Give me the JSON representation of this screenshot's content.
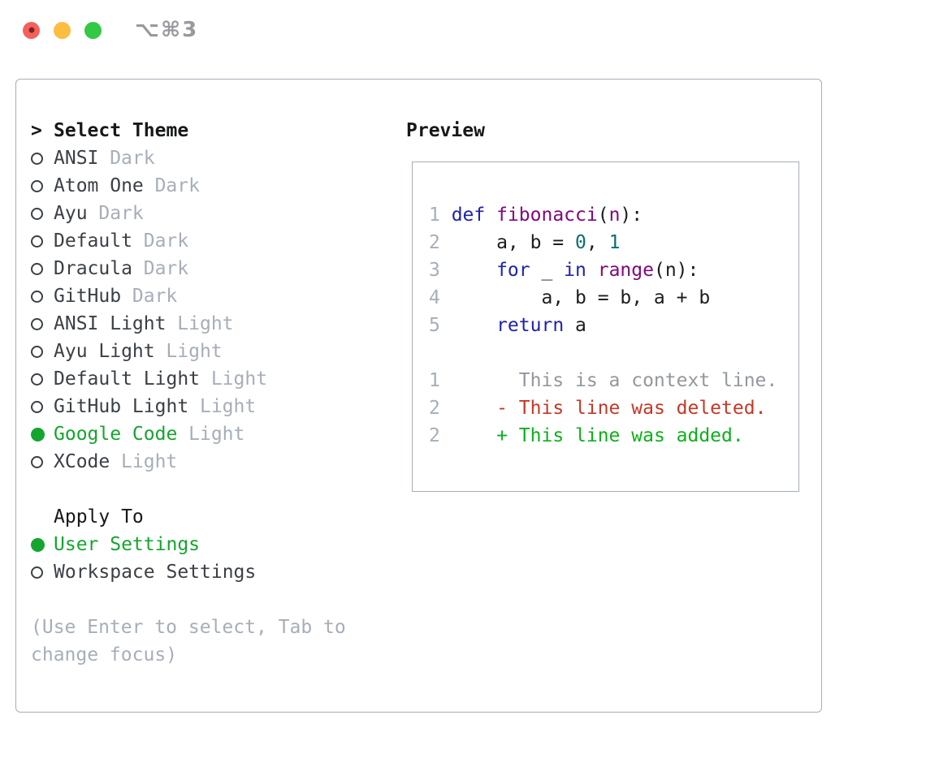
{
  "titlebar": {
    "shortcut": "⌥⌘3"
  },
  "colors": {
    "traffic_red": "#f4615c",
    "traffic_red_inner": "#7c241f",
    "traffic_yellow": "#fcbd40",
    "traffic_green": "#32c944",
    "shortcut": "#97999e",
    "border": "#a7aeb8",
    "heading": "#17181a",
    "text": "#3b4046",
    "muted": "#a7aeb8",
    "accent_green": "#14a52f",
    "line_number": "#a7aeb8",
    "keyword": "#1f23a8",
    "function": "#80087c",
    "literal": "#0b6d6d",
    "code": "#1c1d1f",
    "context": "#93989d",
    "deleted": "#c53826",
    "added": "#0cb01a"
  },
  "theme_list": {
    "cursor": ">",
    "title": "Select Theme",
    "items": [
      {
        "name": "ANSI",
        "variant": "Dark",
        "selected": false
      },
      {
        "name": "Atom One",
        "variant": "Dark",
        "selected": false
      },
      {
        "name": "Ayu",
        "variant": "Dark",
        "selected": false
      },
      {
        "name": "Default",
        "variant": "Dark",
        "selected": false
      },
      {
        "name": "Dracula",
        "variant": "Dark",
        "selected": false
      },
      {
        "name": "GitHub",
        "variant": "Dark",
        "selected": false
      },
      {
        "name": "ANSI Light",
        "variant": "Light",
        "selected": false
      },
      {
        "name": "Ayu Light",
        "variant": "Light",
        "selected": false
      },
      {
        "name": "Default Light",
        "variant": "Light",
        "selected": false
      },
      {
        "name": "GitHub Light",
        "variant": "Light",
        "selected": false
      },
      {
        "name": "Google Code",
        "variant": "Light",
        "selected": true
      },
      {
        "name": "XCode",
        "variant": "Light",
        "selected": false
      }
    ]
  },
  "apply_to": {
    "title": "Apply To",
    "items": [
      {
        "name": "User Settings",
        "selected": true
      },
      {
        "name": "Workspace Settings",
        "selected": false
      }
    ]
  },
  "hint": {
    "line1": "(Use Enter to select, Tab to",
    "line2": "change focus)"
  },
  "preview": {
    "title": "Preview",
    "lines": [
      {
        "no": "1",
        "tokens": [
          [
            "def ",
            "keyword"
          ],
          [
            "fibonacci",
            "function"
          ],
          [
            "(",
            "code"
          ],
          [
            "n",
            "function"
          ],
          [
            "):",
            "code"
          ]
        ]
      },
      {
        "no": "2",
        "tokens": [
          [
            "    a, b = ",
            "code"
          ],
          [
            "0",
            "literal"
          ],
          [
            ", ",
            "code"
          ],
          [
            "1",
            "literal"
          ]
        ]
      },
      {
        "no": "3",
        "tokens": [
          [
            "    ",
            "code"
          ],
          [
            "for",
            "keyword"
          ],
          [
            " _ ",
            "code"
          ],
          [
            "in",
            "keyword"
          ],
          [
            " ",
            "code"
          ],
          [
            "range",
            "function"
          ],
          [
            "(n):",
            "code"
          ]
        ]
      },
      {
        "no": "4",
        "tokens": [
          [
            "        a, b = b, a + b",
            "code"
          ]
        ]
      },
      {
        "no": "5",
        "tokens": [
          [
            "    ",
            "code"
          ],
          [
            "return",
            "keyword"
          ],
          [
            " a",
            "code"
          ]
        ]
      },
      {
        "no": "",
        "tokens": []
      },
      {
        "no": "1",
        "tokens": [
          [
            "      This is a context line.",
            "context"
          ]
        ]
      },
      {
        "no": "2",
        "tokens": [
          [
            "    ",
            "code"
          ],
          [
            "- This line was deleted.",
            "deleted"
          ]
        ]
      },
      {
        "no": "2",
        "tokens": [
          [
            "    ",
            "code"
          ],
          [
            "+ This line was added.",
            "added"
          ]
        ]
      }
    ]
  }
}
